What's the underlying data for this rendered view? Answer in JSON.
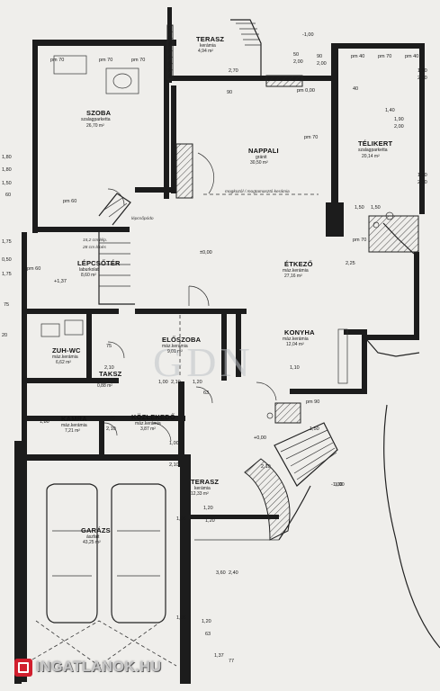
{
  "rooms": {
    "terasz_top": {
      "name": "TERASZ",
      "material": "kerámia",
      "area": "4,94 m²"
    },
    "szoba": {
      "name": "SZOBA",
      "material": "szalagparketta",
      "area": "26,70 m²"
    },
    "nappali": {
      "name": "NAPPALI",
      "material": "gránit",
      "area": "30,50 m²"
    },
    "telikert": {
      "name": "TÉLIKERT",
      "material": "szalagparketta",
      "area": "20,14 m²"
    },
    "lepcsoter": {
      "name": "LÉPCSŐTÉR",
      "material": "laburkolat",
      "area": "8,60 m²"
    },
    "etkezo": {
      "name": "ÉTKEZŐ",
      "material": "máz.kerámia",
      "area": "27,16 m²"
    },
    "zuh_wc": {
      "name": "ZUH-WC",
      "material": "máz.kerámia",
      "area": "6,62 m²"
    },
    "eloszoba": {
      "name": "ELŐSZOBA",
      "material": "máz.kerámia",
      "area": "9,01 m²"
    },
    "konyha": {
      "name": "KONYHA",
      "material": "máz.kerámia",
      "area": "12,04 m²"
    },
    "taksz": {
      "name": "TAKSZ",
      "material": "márvány",
      "area": "0,88 m²"
    },
    "kamra": {
      "name": "KAMRA",
      "material": "máz.kerámia",
      "area": "7,21 m²"
    },
    "kozlekedo": {
      "name": "KÖZLEKEDŐ",
      "material": "máz.kerámia",
      "area": "3,87 m²"
    },
    "terasz_bottom": {
      "name": "TERASZ",
      "material": "kerámia",
      "area": "12,33 m²"
    },
    "garazs": {
      "name": "GARÁZS",
      "material": "ászfalt",
      "area": "43,25 m²"
    }
  },
  "notes": {
    "stair_a": "15,2 cm lélp.",
    "stair_b": "28 cm lépés",
    "kitchen_note": "mogkozól / mogtamasztó kerámia",
    "stair_platform": "lépcsőpódo"
  },
  "levels": {
    "center": "±0,00",
    "terrace_top": "-1,00",
    "entrance": "+0,00",
    "pm_000": "pm 0,00",
    "lepcso": "+1,37",
    "outside": "-1,00"
  },
  "dims": {
    "pm70": "pm 70",
    "pm60": "pm 60",
    "pm40": "pm 40",
    "pm90": "pm 90",
    "d1_80": "1,80",
    "d1_50": "1,50",
    "d60": "60",
    "d2_10": "2,10",
    "d1_00": "1,00",
    "d75": "75",
    "d90": "90",
    "d2_00": "2,00",
    "d1_90": "1,90",
    "d50": "50",
    "d2_25": "2,25",
    "d1_20": "1,20",
    "d63": "63",
    "d1_06": "1,06",
    "d3_60": "3,60",
    "d2_40": "2,40",
    "d1_37": "1,37",
    "d77": "77",
    "d20": "20",
    "d1_75": "1,75",
    "d0_50": "0,50",
    "d2_70": "2,70",
    "d40": "40",
    "d1_40": "1,40",
    "d1_10": "1,10"
  },
  "watermark": "GDN",
  "logo": "INGATLANOK.HU",
  "colors": {
    "logo_red": "#d11f2e",
    "wall": "#1c1c1c",
    "paper": "#efeeeb"
  }
}
